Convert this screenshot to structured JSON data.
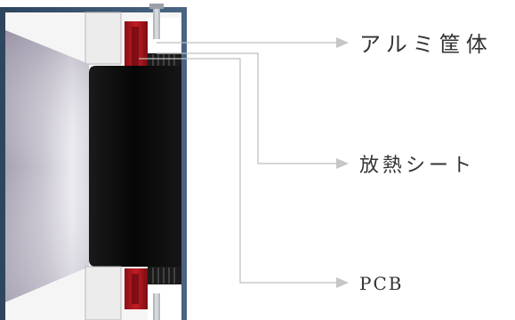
{
  "labels": {
    "aluminum_housing": "アルミ筐体",
    "heat_sheet": "放熱シート",
    "pcb": "PCB"
  },
  "colors": {
    "housing_frame": "#3d5570",
    "housing_fill": "#f4f4f4",
    "dark_body": "#0c0c0c",
    "red_part": "#b3161d",
    "leader_line": "#bdbdbd",
    "arrow": "#c6c6c6",
    "label_text": "#333333"
  }
}
